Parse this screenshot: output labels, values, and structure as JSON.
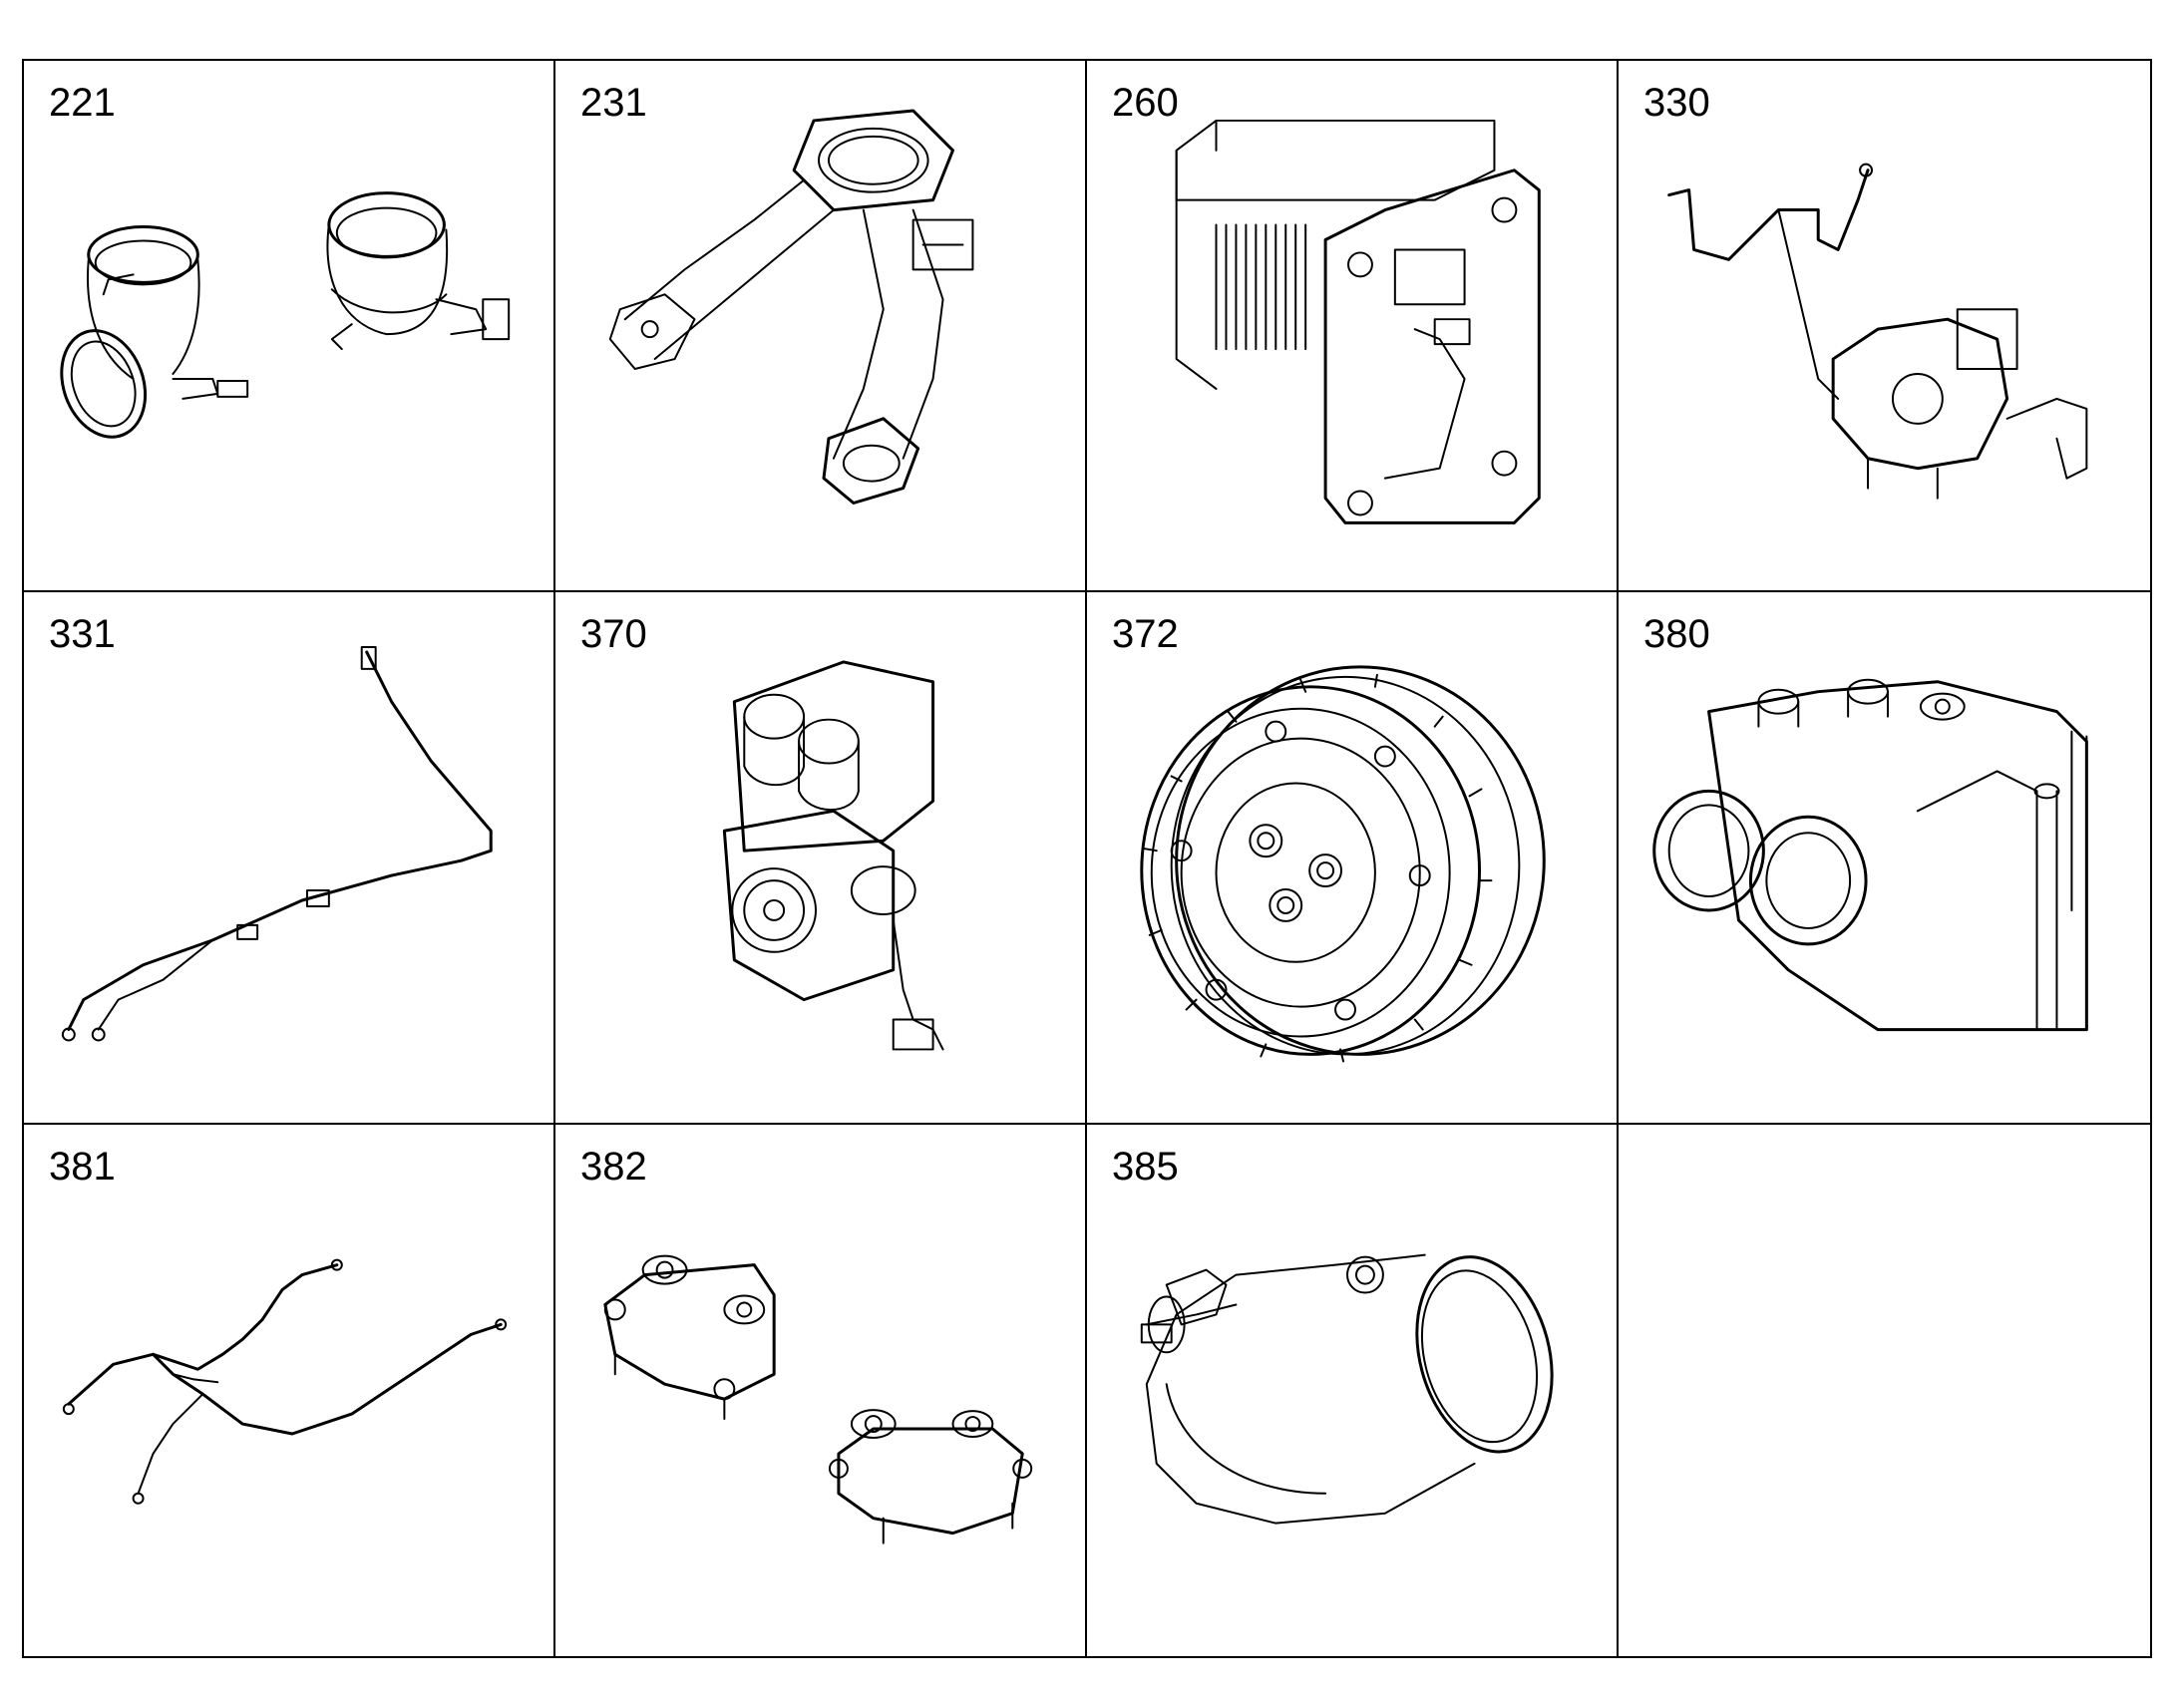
{
  "parts": [
    {
      "number": "221",
      "icon": "throttle-housing-pair-icon"
    },
    {
      "number": "231",
      "icon": "intake-manifold-icon"
    },
    {
      "number": "260",
      "icon": "cooler-module-icon"
    },
    {
      "number": "330",
      "icon": "pump-with-lines-icon"
    },
    {
      "number": "331",
      "icon": "fuel-line-harness-icon"
    },
    {
      "number": "370",
      "icon": "high-pressure-pump-icon"
    },
    {
      "number": "372",
      "icon": "double-gear-icon"
    },
    {
      "number": "380",
      "icon": "pump-housing-icon"
    },
    {
      "number": "381",
      "icon": "wiring-harness-icon"
    },
    {
      "number": "382",
      "icon": "valve-block-pair-icon"
    },
    {
      "number": "385",
      "icon": "elbow-pipe-icon"
    },
    {
      "number": "",
      "icon": ""
    }
  ]
}
